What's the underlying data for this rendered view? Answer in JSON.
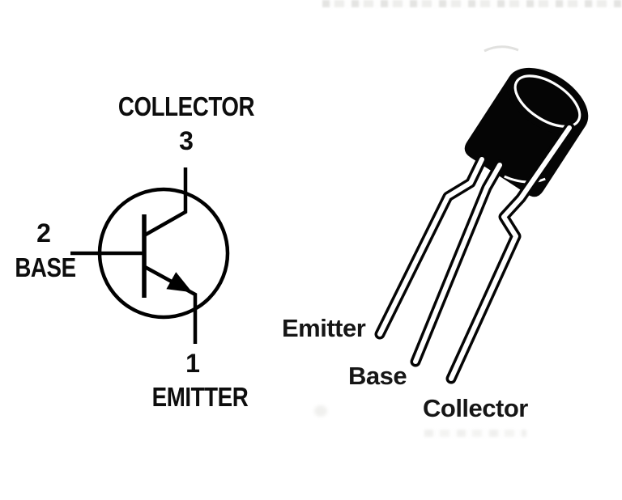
{
  "diagram": {
    "schematic": {
      "collector": {
        "label": "COLLECTOR",
        "pin": "3"
      },
      "base": {
        "label": "BASE",
        "pin": "2"
      },
      "emitter": {
        "label": "EMITTER",
        "pin": "1"
      }
    },
    "package": {
      "emitter_label": "Emitter",
      "base_label": "Base",
      "collector_label": "Collector"
    },
    "colors": {
      "ink": "#000000",
      "package_label_ink": "#161616",
      "background": "#ffffff"
    }
  }
}
